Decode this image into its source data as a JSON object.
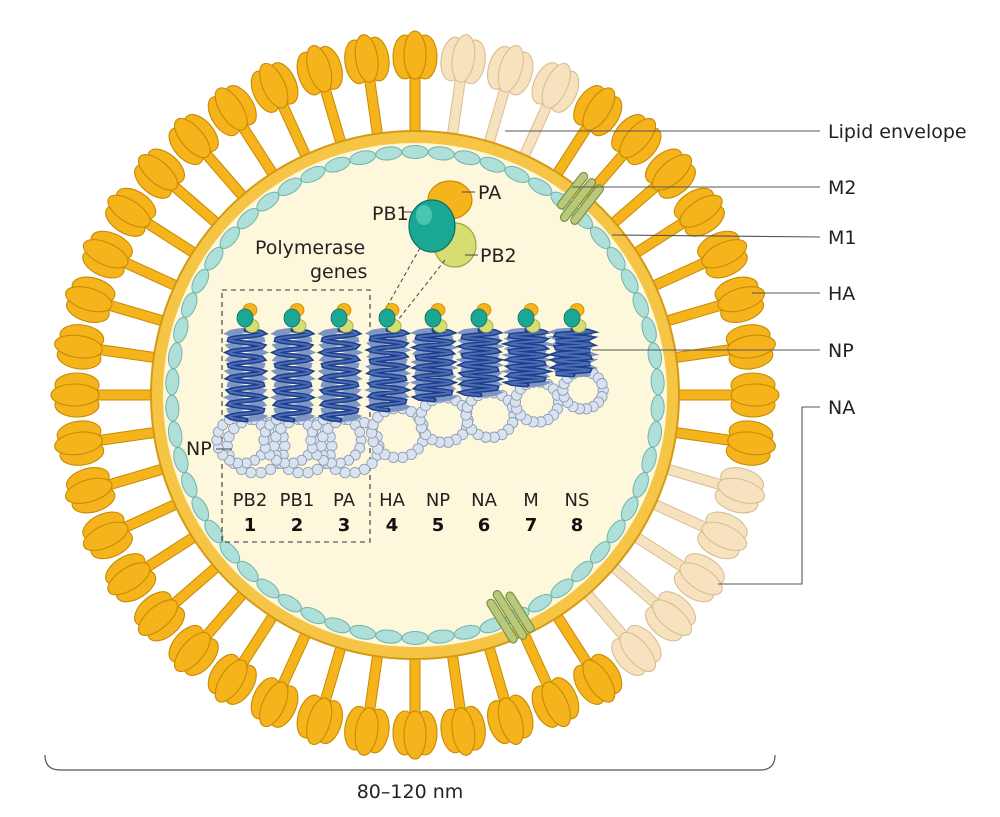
{
  "colors": {
    "spike": "#f5b31c",
    "spike_edge": "#c98a00",
    "na_spike": "#f7e2c0",
    "na_edge": "#d9bd90",
    "envelope": "#f6c545",
    "interior": "#fdf7dc",
    "m1": "#aee0d9",
    "m1_edge": "#6fb4ab",
    "m2": "#b9c97c",
    "m2_edge": "#7e9140",
    "pb1": "#1aa794",
    "pa": "#f5b31c",
    "pb2": "#d6de72",
    "helix_dark": "#1d3f8a",
    "helix_light": "#7f95c4",
    "np_bead": "#d9e2ee",
    "np_edge": "#8c9fb8"
  },
  "labels": {
    "lipid_envelope": "Lipid envelope",
    "m2": "M2",
    "m1": "M1",
    "ha": "HA",
    "np": "NP",
    "na": "NA"
  },
  "polymerase": {
    "pa": "PA",
    "pb1": "PB1",
    "pb2": "PB2"
  },
  "polymerase_genes_label": {
    "line1": "Polymerase",
    "line2": "genes"
  },
  "np_left_label": "NP",
  "segments": [
    {
      "name": "PB2",
      "number": "1"
    },
    {
      "name": "PB1",
      "number": "2"
    },
    {
      "name": "PA",
      "number": "3"
    },
    {
      "name": "HA",
      "number": "4"
    },
    {
      "name": "NP",
      "number": "5"
    },
    {
      "name": "NA",
      "number": "6"
    },
    {
      "name": "M",
      "number": "7"
    },
    {
      "name": "NS",
      "number": "8"
    }
  ],
  "scale_label": "80–120 nm"
}
